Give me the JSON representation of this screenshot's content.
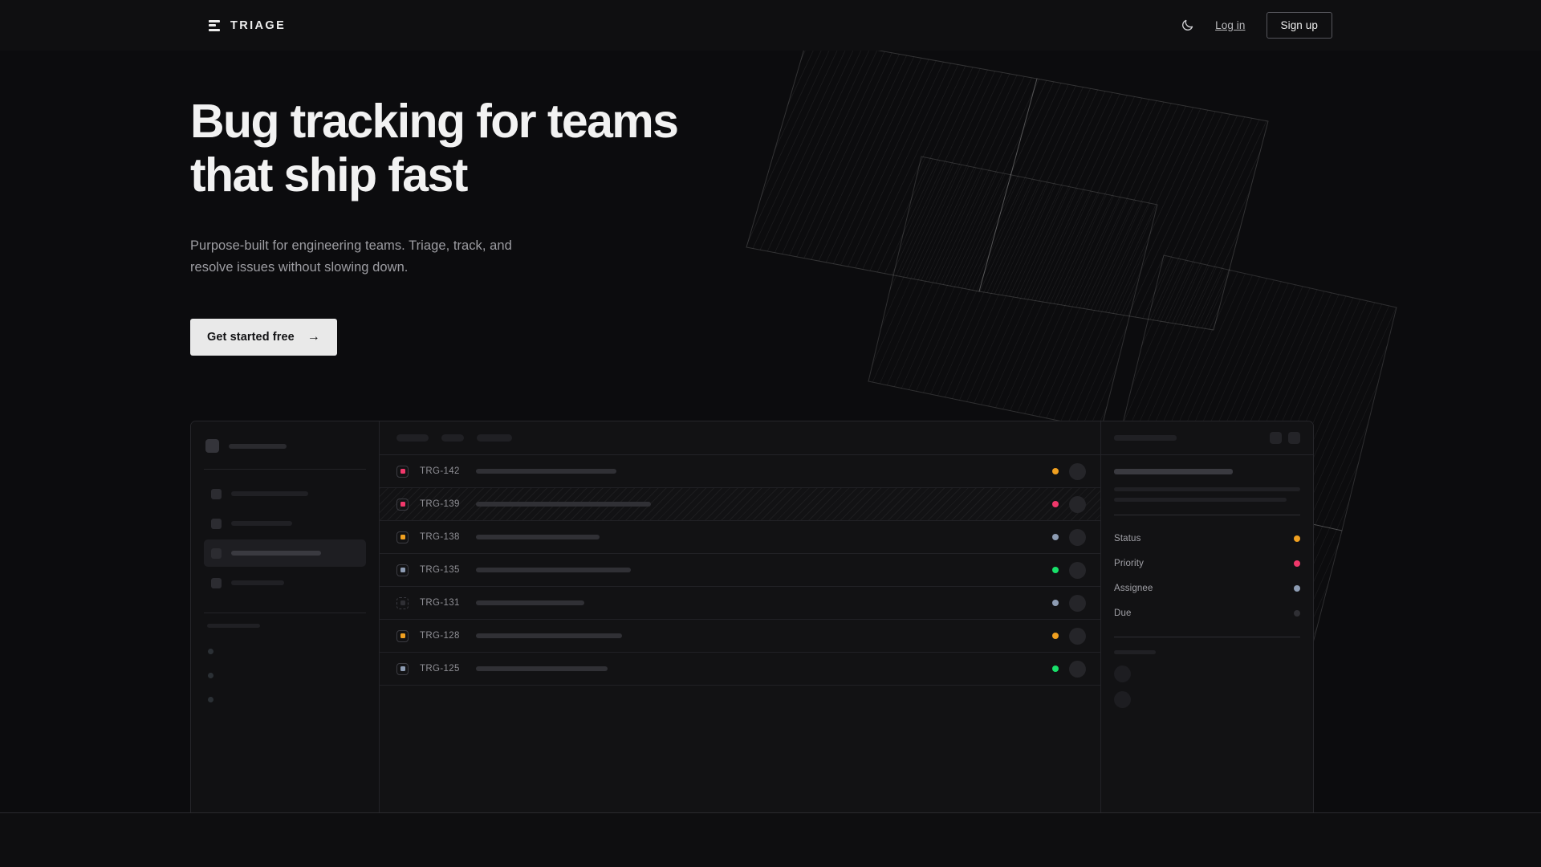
{
  "theme": {
    "bg": "#0c0c0e",
    "nav_bg": "#0f0f11",
    "panel_bg": "#121214",
    "border": "#26262a",
    "text": "#f2f2f2",
    "muted": "#9d9da2",
    "accent_light": "#e9e9e9",
    "orange": "#f0a020",
    "pink": "#f0386b",
    "blue_gray": "#8d9cb3",
    "green": "#18e06a",
    "gray": "#3a3a40"
  },
  "nav": {
    "brand": "TRIAGE",
    "brand_icon": "stacked-bars-logo-icon",
    "theme_toggle_icon": "moon-icon",
    "login_label": "Log in",
    "signup_label": "Sign up"
  },
  "hero": {
    "headline": "Bug tracking for teams\nthat ship fast",
    "subhead": "Purpose-built for engineering teams. Triage, track, and\nresolve issues without slowing down.",
    "cta_label": "Get started free",
    "cta_arrow": "→"
  },
  "decor": {
    "shape_count": 4,
    "style": "rotated-hatched-parallelograms"
  },
  "mockup": {
    "sidebar": {
      "logo_placeholder_width": 72,
      "nav_items": [
        {
          "label_width": 96,
          "active": false
        },
        {
          "label_width": 76,
          "active": false
        },
        {
          "label_width": 112,
          "active": true
        },
        {
          "label_width": 66,
          "active": false
        }
      ],
      "section_label_width": 66,
      "mini_items": 3
    },
    "toolbar": {
      "pill_widths": [
        40,
        28,
        44
      ]
    },
    "columns": [
      "priority",
      "id",
      "title",
      "status",
      "assignee"
    ],
    "rows": [
      {
        "id": "TRG-142",
        "priority_color": "#f0386b",
        "priority_kind": "urgent",
        "title_width": 175,
        "status_color": "#f0a020",
        "selected": false
      },
      {
        "id": "TRG-139",
        "priority_color": "#f0386b",
        "priority_kind": "urgent",
        "title_width": 218,
        "status_color": "#f0386b",
        "selected": true
      },
      {
        "id": "TRG-138",
        "priority_color": "#f0a020",
        "priority_kind": "high",
        "title_width": 154,
        "status_color": "#8d9cb3",
        "selected": false
      },
      {
        "id": "TRG-135",
        "priority_color": "#8d9cb3",
        "priority_kind": "medium",
        "title_width": 193,
        "status_color": "#18e06a",
        "selected": false
      },
      {
        "id": "TRG-131",
        "priority_color": "#2f2f34",
        "priority_kind": "none",
        "title_width": 135,
        "status_color": "#8d9cb3",
        "selected": false
      },
      {
        "id": "TRG-128",
        "priority_color": "#f0a020",
        "priority_kind": "high",
        "title_width": 182,
        "status_color": "#f0a020",
        "selected": false
      },
      {
        "id": "TRG-125",
        "priority_color": "#8d9cb3",
        "priority_kind": "medium",
        "title_width": 164,
        "status_color": "#18e06a",
        "selected": false
      }
    ],
    "detail": {
      "header_placeholder_width": 78,
      "header_buttons": 2,
      "title_placeholder_width": 148,
      "body_line_widths": [
        232,
        215
      ],
      "properties": [
        {
          "label": "Status",
          "dot_color": "#f0a020"
        },
        {
          "label": "Priority",
          "dot_color": "#f0386b"
        },
        {
          "label": "Assignee",
          "dot_color": "#8d9cb3"
        },
        {
          "label": "Due",
          "dot_color": "#2f2f34"
        }
      ],
      "activity_label_width": 52,
      "activity_avatars": 2
    }
  }
}
